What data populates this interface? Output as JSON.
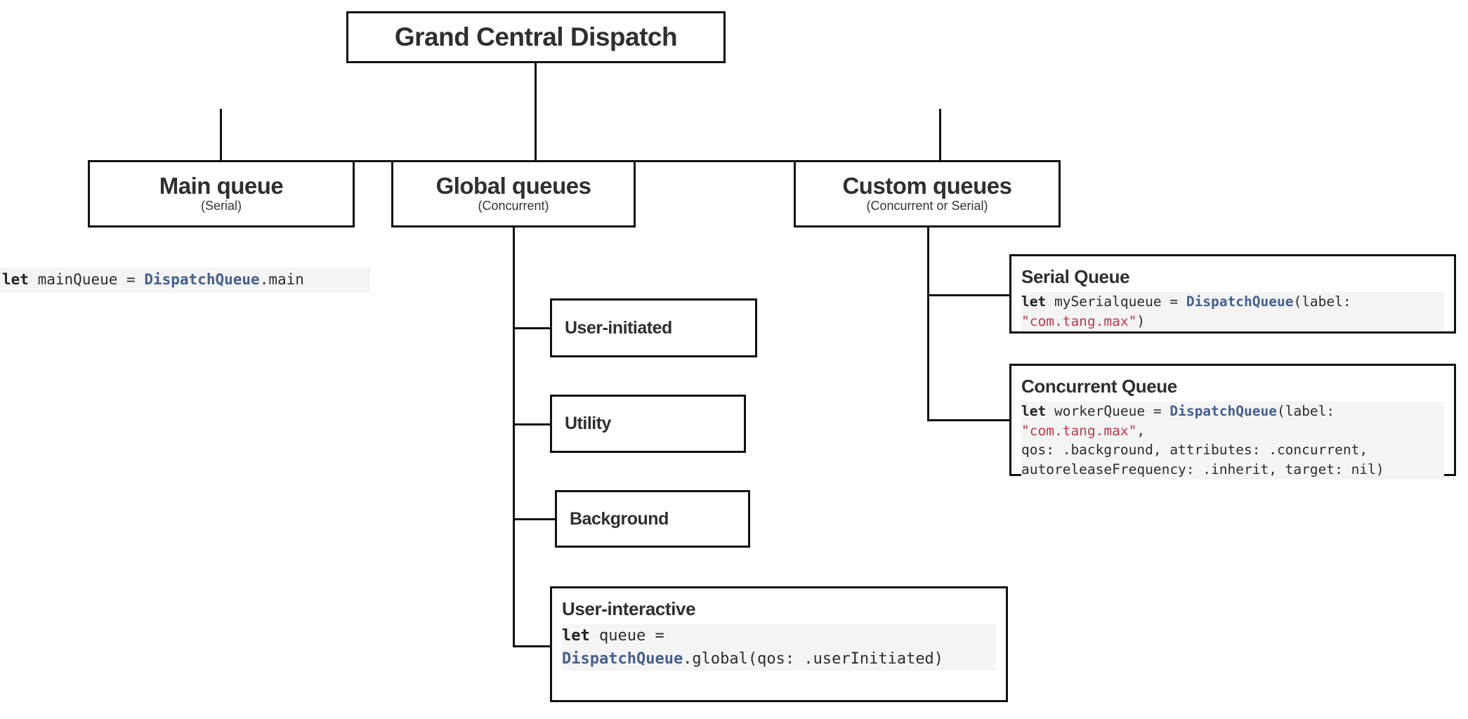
{
  "diagram": {
    "title": "Grand Central Dispatch",
    "root": {
      "label": "Grand Central Dispatch"
    },
    "tier2": [
      {
        "label": "Main queue",
        "sub": "(Serial)"
      },
      {
        "label": "Global queues",
        "sub": "(Concurrent)"
      },
      {
        "label": "Custom queues",
        "sub": "(Concurrent or Serial)"
      }
    ],
    "global_children": [
      {
        "label": "User-initiated"
      },
      {
        "label": "Utility"
      },
      {
        "label": "Background"
      },
      {
        "label": "User-interactive"
      }
    ],
    "custom_children": [
      {
        "label": "Serial Queue"
      },
      {
        "label": "Concurrent Queue"
      }
    ]
  },
  "code": {
    "main_queue": {
      "keyword": "let",
      "name": " mainQueue = ",
      "type": "DispatchQueue",
      "tail": ".main",
      "full": "let mainQueue = DispatchQueue.main"
    },
    "user_interactive": {
      "keyword": "let",
      "name": " queue =\n",
      "type": "DispatchQueue",
      "tail": ".global(qos: .userInitiated)",
      "full": "let queue =\nDispatchQueue.global(qos: .userInitiated)"
    },
    "serial_queue": {
      "keyword": "let",
      "name": " mySerialqueue = ",
      "type": "DispatchQueue",
      "open": "(label: ",
      "string": "\"com.tang.max\"",
      "close": ")",
      "full": "let mySerialqueue = DispatchQueue(label: \"com.tang.max\")"
    },
    "concurrent_queue": {
      "keyword": "let",
      "name": " workerQueue = ",
      "type": "DispatchQueue",
      "open": "(label: ",
      "string": "\"com.tang.max\"",
      "tail": ",\nqos: .background, attributes: .concurrent,\nautoreleaseFrequency: .inherit, target: nil)",
      "full": "let workerQueue = DispatchQueue(label: \"com.tang.max\",\nqos: .background, attributes: .concurrent,\nautoreleaseFrequency: .inherit, target: nil)"
    }
  },
  "colors": {
    "stroke": "#111111",
    "text": "#2f2f2f",
    "code_bg": "#f4f4f4",
    "code_type": "#44608f",
    "code_string": "#c0384e",
    "background": "#ffffff"
  }
}
